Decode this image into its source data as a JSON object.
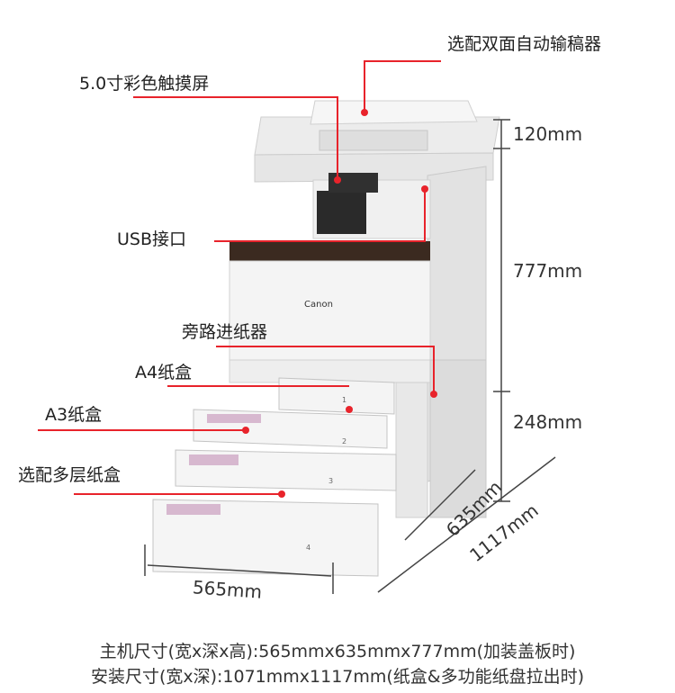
{
  "callouts": {
    "adf": "选配双面自动输稿器",
    "screen": "5.0寸彩色触摸屏",
    "usb": "USB接口",
    "bypass": "旁路进纸器",
    "a4": "A4纸盒",
    "a3": "A3纸盒",
    "multi": "选配多层纸盒"
  },
  "dimensions": {
    "top": "120mm",
    "mid": "777mm",
    "bottom": "248mm",
    "width": "565mm",
    "depth": "635mm",
    "depth_full": "1117mm"
  },
  "brand": "Canon",
  "tray_numbers": [
    "1",
    "2",
    "3",
    "4"
  ],
  "footer": {
    "line1": "主机尺寸(宽x深x高):565mmx635mmx777mm(加装盖板时)",
    "line2": "安装尺寸(宽x深):1071mmx1117mm(纸盒&多功能纸盘拉出时)"
  },
  "colors": {
    "accent": "#e8232b",
    "body": "#f2f2f2",
    "dark": "#3b2a20"
  }
}
